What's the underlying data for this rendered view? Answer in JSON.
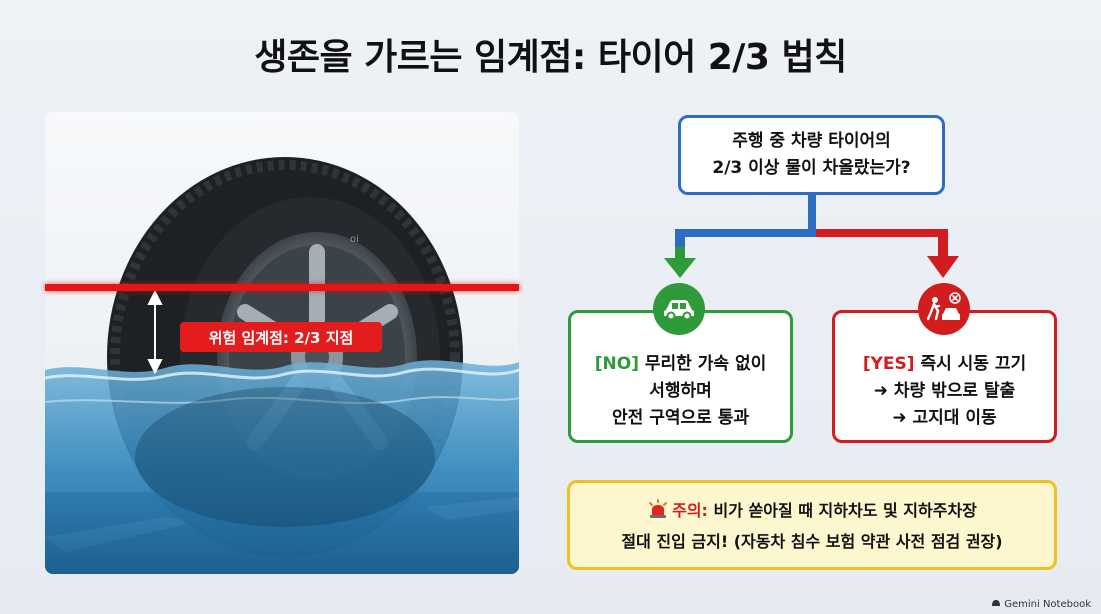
{
  "title": "생존을 가르는 임계점: 타이어 2/3 법칙",
  "illustration": {
    "danger_label": "위험 임계점: 2/3 지점",
    "tire_text": "oi"
  },
  "flow": {
    "question": {
      "line1": "주행 중 차량 타이어의",
      "line2": "2/3 이상 물이 차올랐는가?"
    },
    "no": {
      "tag": "[NO]",
      "line1": "무리한 가속 없이",
      "line2": "서행하며",
      "line3": "안전 구역으로 통과",
      "icon": "car-icon"
    },
    "yes": {
      "tag": "[YES]",
      "line1": "즉시 시동 끄기",
      "line2": "➜ 차량 밖으로 탈출",
      "line3": "➜ 고지대 이동",
      "icon": "person-exit-car-icon"
    },
    "colors": {
      "blue": "#2d6ec2",
      "green": "#2e9a3a",
      "red": "#d11d1d",
      "yellow": "#f0c021"
    }
  },
  "warning": {
    "icon": "siren-icon",
    "keyword": "주의:",
    "line1": "비가 쏟아질 때 지하차도 및 지하주차장",
    "line2": "절대 진입 금지! (자동차 침수 보험 약관 사전 점검 권장)"
  },
  "brand": "Gemini Notebook"
}
